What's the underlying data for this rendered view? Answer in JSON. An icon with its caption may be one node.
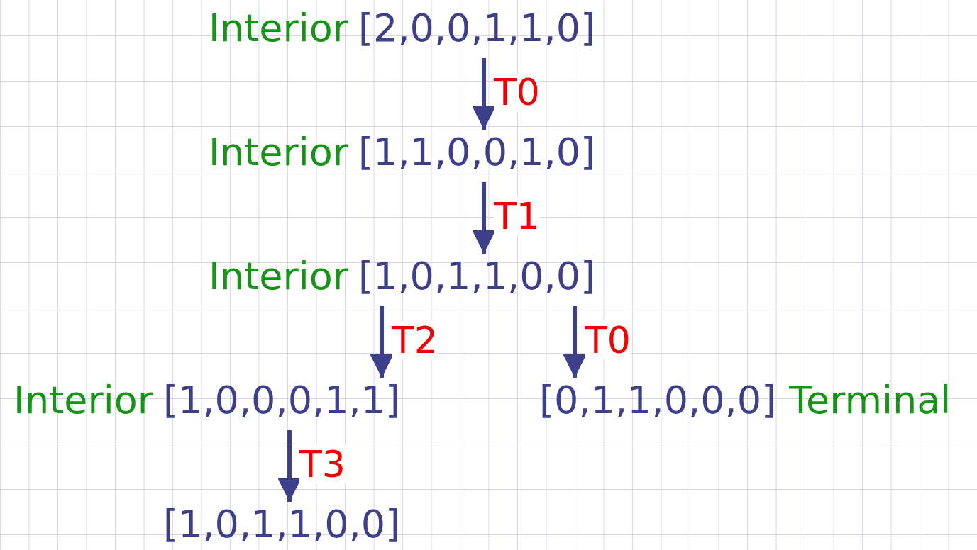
{
  "diagram": {
    "nodes": [
      {
        "text": [
          "[2,0,0,1,1,0]"
        ],
        "beside": [
          "Interior"
        ]
      },
      {
        "text": [
          "[1,1,0,0,1,0]"
        ],
        "beside": [
          "Interior"
        ]
      },
      {
        "text": [
          "[1,0,1,1,0,0]"
        ],
        "beside": [
          "Interior"
        ]
      },
      {
        "text": [
          "[1,0,0,0,1,1]"
        ],
        "beside": [
          "Interior"
        ]
      },
      {
        "text": [
          "[0,1,1,0,0,0]"
        ],
        "beside": [
          "Terminal"
        ]
      },
      {
        "text": [
          "[1,0,1,1,0,0]"
        ]
      }
    ],
    "edges": [
      {
        "from": 0,
        "to": 1,
        "arrow": "to",
        "label": "T0"
      },
      {
        "from": 1,
        "to": 2,
        "arrow": "to",
        "label": "T1"
      },
      {
        "from": 2,
        "to": 3,
        "arrow": "to",
        "label": "T2"
      },
      {
        "from": 2,
        "to": 4,
        "arrow": "to",
        "label": "T0"
      },
      {
        "from": 3,
        "to": 5,
        "arrow": "to",
        "label": "T3"
      }
    ]
  }
}
